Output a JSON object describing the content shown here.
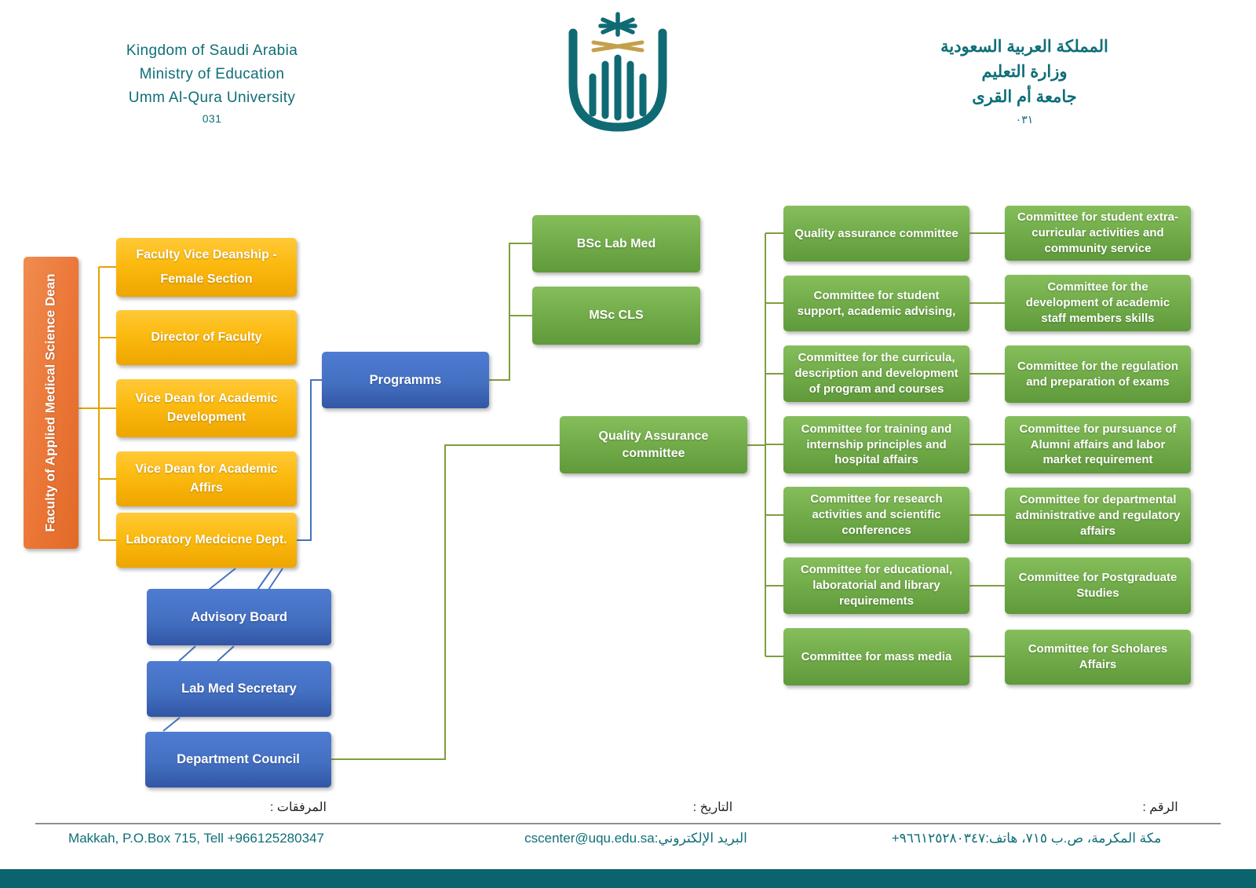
{
  "header": {
    "left": {
      "line1": "Kingdom of Saudi Arabia",
      "line2": "Ministry of Education",
      "line3": "Umm Al-Qura University",
      "line4": "031"
    },
    "right": {
      "line1": "المملكة العربية السعودية",
      "line2": "وزارة التعليم",
      "line3": "جامعة أم القرى",
      "line4": "٠٣١"
    }
  },
  "chart": {
    "dean": "Faculty of Applied Medical Science Dean",
    "deputies": [
      "Faculty Vice Deanship - Female Section",
      "Director of Faculty",
      "Vice Dean for Academic Development",
      "Vice Dean for Academic Affirs",
      "Laboratory Medcicne Dept."
    ],
    "programs_label": "Programms",
    "programs": [
      "BSc Lab Med",
      "MSc CLS"
    ],
    "boards": [
      "Advisory Board",
      "Lab Med Secretary",
      "Department Council"
    ],
    "qa_label": "Quality Assurance committee",
    "qa_committees": [
      "Quality assurance committee",
      "Committee for student support, academic advising,",
      "Committee for the curricula, description and development of program and courses",
      "Committee for training and internship principles and hospital affairs",
      "Committee for research activities and scientific conferences",
      "Committee for educational, laboratorial and library requirements",
      "Committee for mass media"
    ],
    "sub_committees": [
      "Committee for student extra-curricular activities and community service",
      "Committee for the development of academic staff members skills",
      "Committee for the regulation and preparation of exams",
      "Committee for pursuance of Alumni affairs and labor market requirement",
      "Committee for departmental administrative and regulatory affairs",
      "Committee for Postgraduate Studies",
      "Committee for Scholares Affairs"
    ]
  },
  "footer": {
    "attachments_label": "المرفقات :",
    "date_label": "التاريخ :",
    "number_label": "الرقم :",
    "address_en": "Makkah, P.O.Box 715, Tell +966125280347",
    "email": "البريد الإلكتروني:cscenter@uqu.edu.sa",
    "address_ar": "مكة المكرمة، ص.ب ٧١٥، هاتف:٩٦٦١٢٥٢٨٠٣٤٧+"
  },
  "colors": {
    "teal": "#0f6e78",
    "orange": "#ED7D31",
    "gold": "#FFC000",
    "blue": "#4472C4",
    "green": "#70AD47",
    "line_gold": "#E2A400",
    "line_blue": "#4472C4",
    "line_green": "#7E9E3F",
    "sword_gold": "#C3A04A"
  }
}
